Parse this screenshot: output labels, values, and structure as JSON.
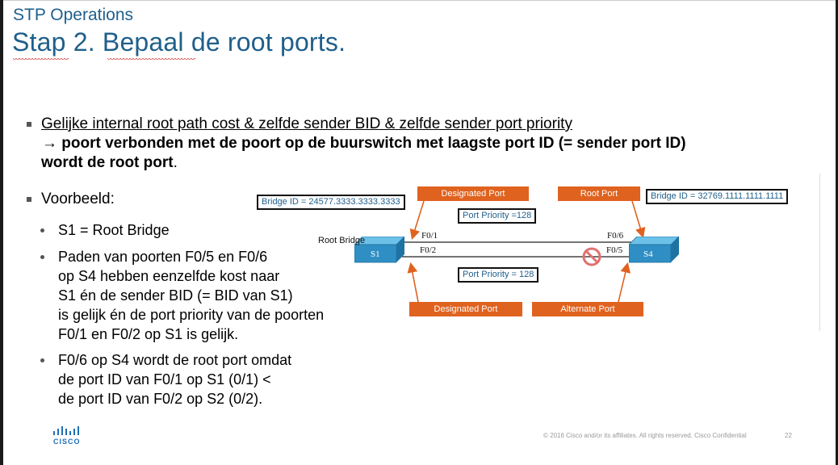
{
  "header": {
    "kicker": "STP Operations",
    "title": "Stap 2. Bepaal de root ports."
  },
  "bullets": {
    "rule_underlined": "Gelijke internal root path cost & zelfde sender BID & zelfde sender port priority",
    "rule_arrow": "→",
    "rule_result_line1": "poort verbonden met de poort op de buurswitch met laagste port ID (= sender port ID)",
    "rule_result_line2_bold": "wordt de root port",
    "rule_result_line2_end": ".",
    "example_heading": "Voorbeeld:",
    "sub1": "S1 = Root Bridge",
    "sub2_lines": [
      "Paden van poorten F0/5 en F0/6",
      "op S4 hebben eenzelfde kost naar",
      "S1 én de sender BID (= BID van S1)",
      "is gelijk én de port priority van de poorten",
      "F0/1 en F0/2 op S1 is gelijk."
    ],
    "sub3_lines": [
      "F0/6 op S4 wordt de root port omdat",
      "de port ID van F0/1 op S1 (0/1) <",
      "de port ID van F0/2 op S2 (0/2)."
    ]
  },
  "diagram": {
    "designated_port_top": "Designated Port",
    "root_port": "Root Port",
    "bridge_id_s1": "Bridge ID = 24577.3333.3333.3333",
    "bridge_id_s4": "Bridge ID = 32769.1111.1111.1111",
    "port_priority_top": "Port Priority =128",
    "port_priority_bottom": "Port Priority = 128",
    "root_bridge_label": "Root Bridge",
    "s1": "S1",
    "s4": "S4",
    "f01": "F0/1",
    "f02": "F0/2",
    "f06": "F0/6",
    "f05": "F0/5",
    "designated_port_bottom": "Designated Port",
    "alternate_port": "Alternate Port",
    "colors": {
      "orange": "#e0621f",
      "switch_blue": "#3a9fd0",
      "title_blue": "#1f5f8b",
      "block_red": "#e07070"
    }
  },
  "footer": {
    "copyright": "© 2016  Cisco and/or its affiliates. All rights reserved.   Cisco Confidential",
    "page": "22",
    "logo_text": "CISCO"
  }
}
